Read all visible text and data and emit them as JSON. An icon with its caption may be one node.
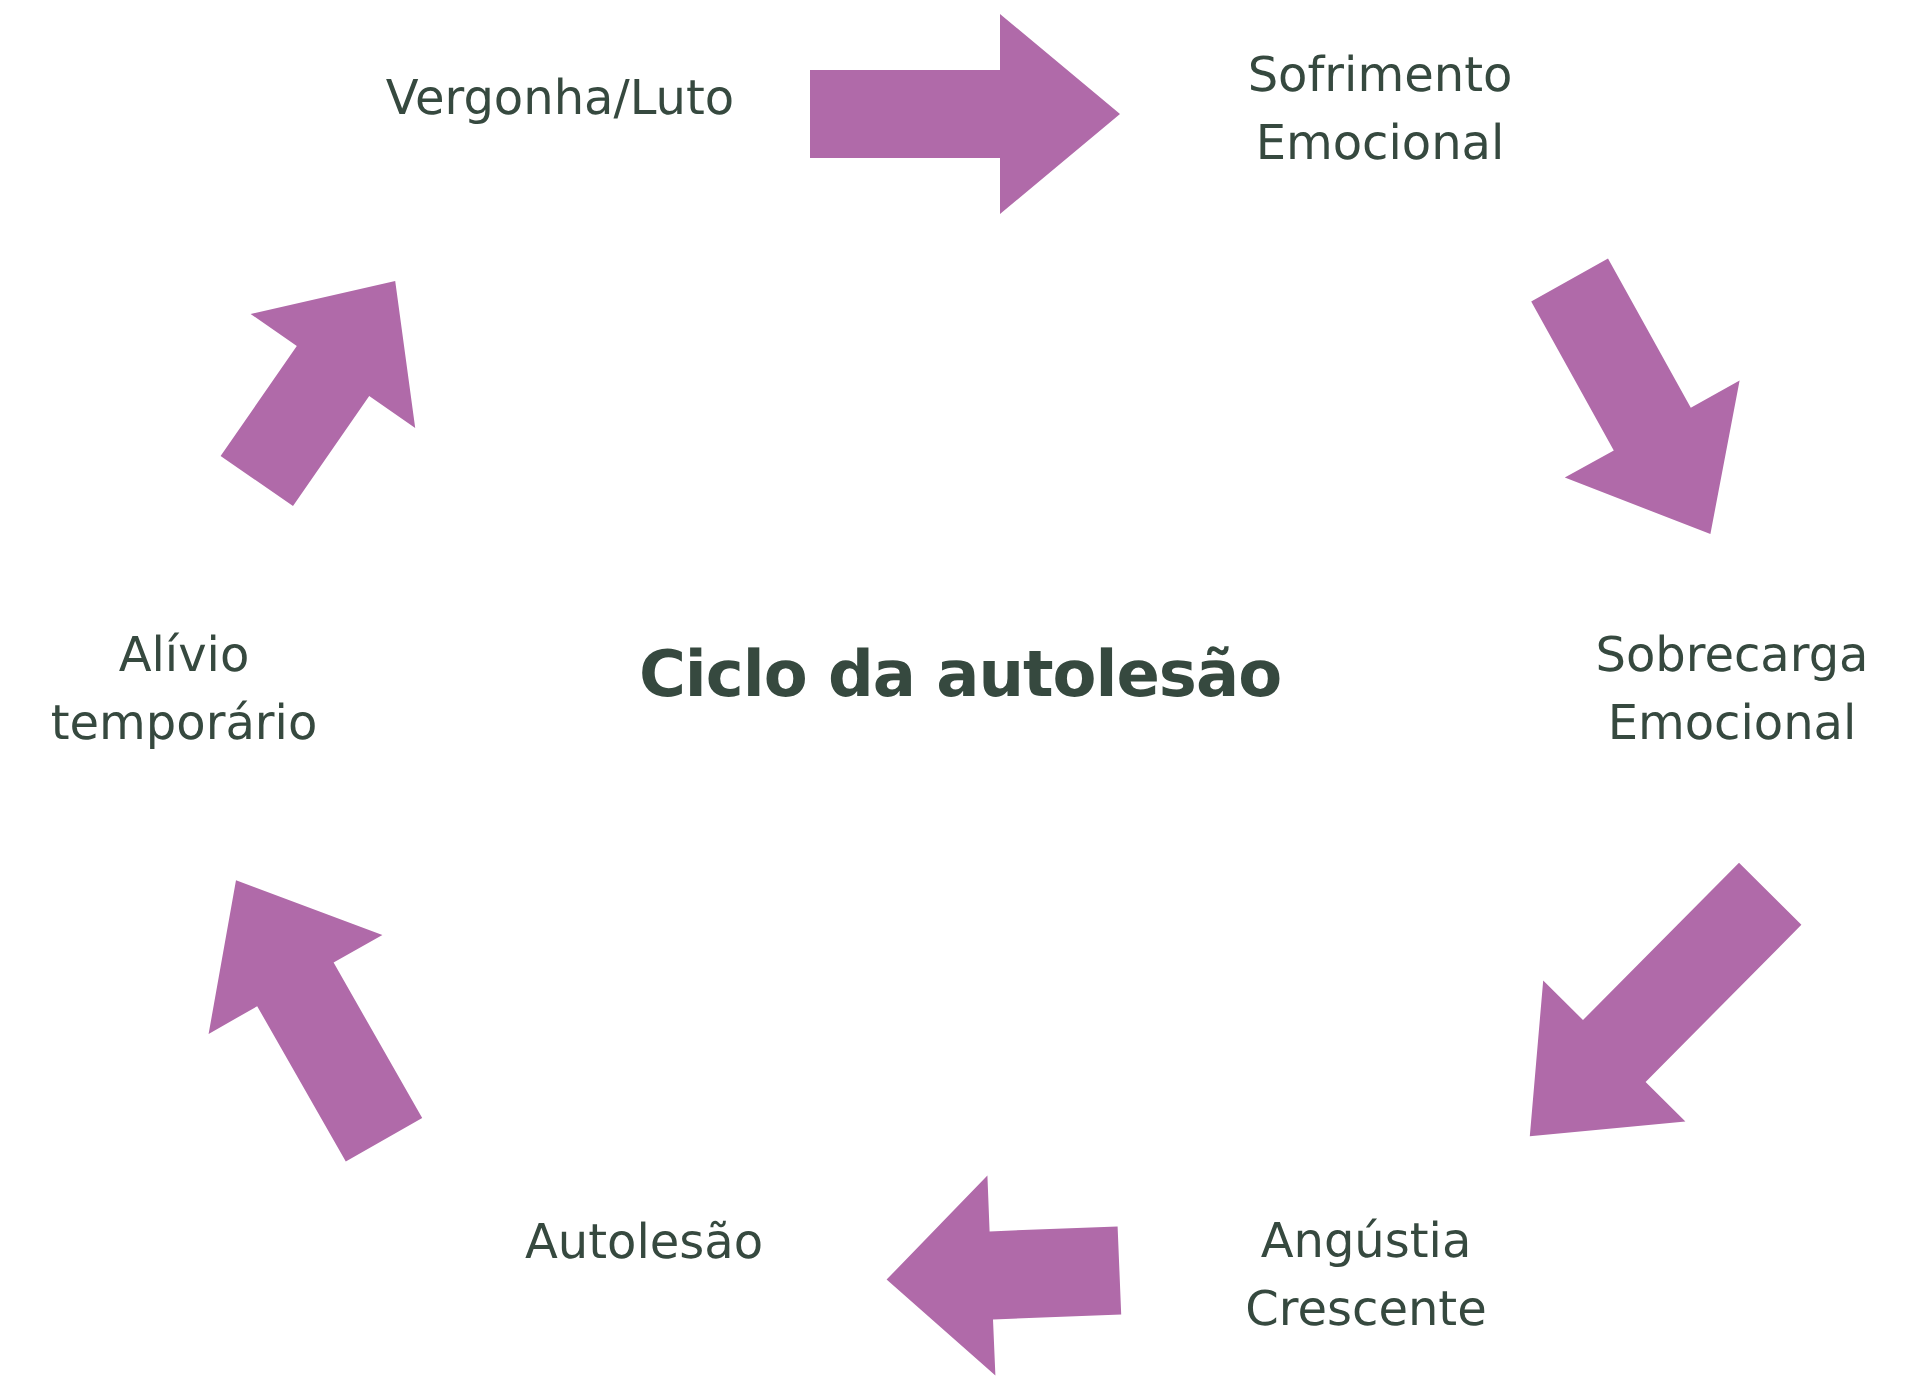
{
  "diagram": {
    "title": "Ciclo da autolesão",
    "nodes": [
      {
        "text": [
          "Vergonha/Luto"
        ]
      },
      {
        "text": [
          "Sofrimento Emocional"
        ]
      },
      {
        "text": [
          "Sobrecarga Emocional"
        ]
      },
      {
        "text": [
          "Angústia Crescente"
        ]
      },
      {
        "text": [
          "Autolesão"
        ]
      },
      {
        "text": [
          "Alívio temporário"
        ]
      }
    ],
    "edges": [
      {
        "from": 0,
        "to": 1,
        "arrow": "to"
      },
      {
        "from": 1,
        "to": 2,
        "arrow": "to"
      },
      {
        "from": 2,
        "to": 3,
        "arrow": "to"
      },
      {
        "from": 3,
        "to": 4,
        "arrow": "to"
      },
      {
        "from": 4,
        "to": 5,
        "arrow": "to"
      },
      {
        "from": 5,
        "to": 0,
        "arrow": "to"
      }
    ]
  }
}
